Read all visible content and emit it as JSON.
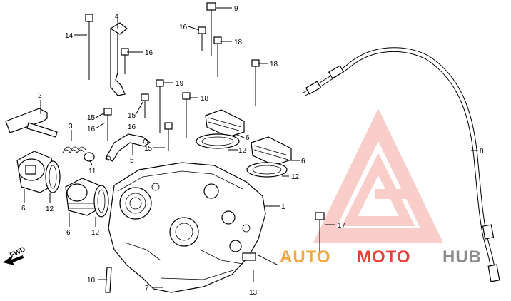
{
  "callouts": {
    "c1": "1",
    "c2": "2",
    "c3": "3",
    "c4": "4",
    "c5": "5",
    "c6a": "6",
    "c6b": "6",
    "c6c": "6",
    "c6d": "6",
    "c7": "7",
    "c8": "8",
    "c9": "9",
    "c10": "10",
    "c11": "11",
    "c12a": "12",
    "c12b": "12",
    "c12c": "12",
    "c12d": "12",
    "c13": "13",
    "c14": "14",
    "c15a": "15",
    "c15b": "15",
    "c15c": "15",
    "c16a": "16",
    "c16b": "16",
    "c16c": "16",
    "c16d": "16",
    "c17": "17",
    "c18a": "18",
    "c18b": "18",
    "c18c": "18",
    "c19": "19"
  },
  "fwd_label": "FWD",
  "watermark": {
    "part1": "AUTO",
    "part2": "MOTO",
    "part3": "HUB",
    "color_orange": "#f4a640",
    "color_red": "#e8413a",
    "color_gray": "#8c8c8c"
  }
}
